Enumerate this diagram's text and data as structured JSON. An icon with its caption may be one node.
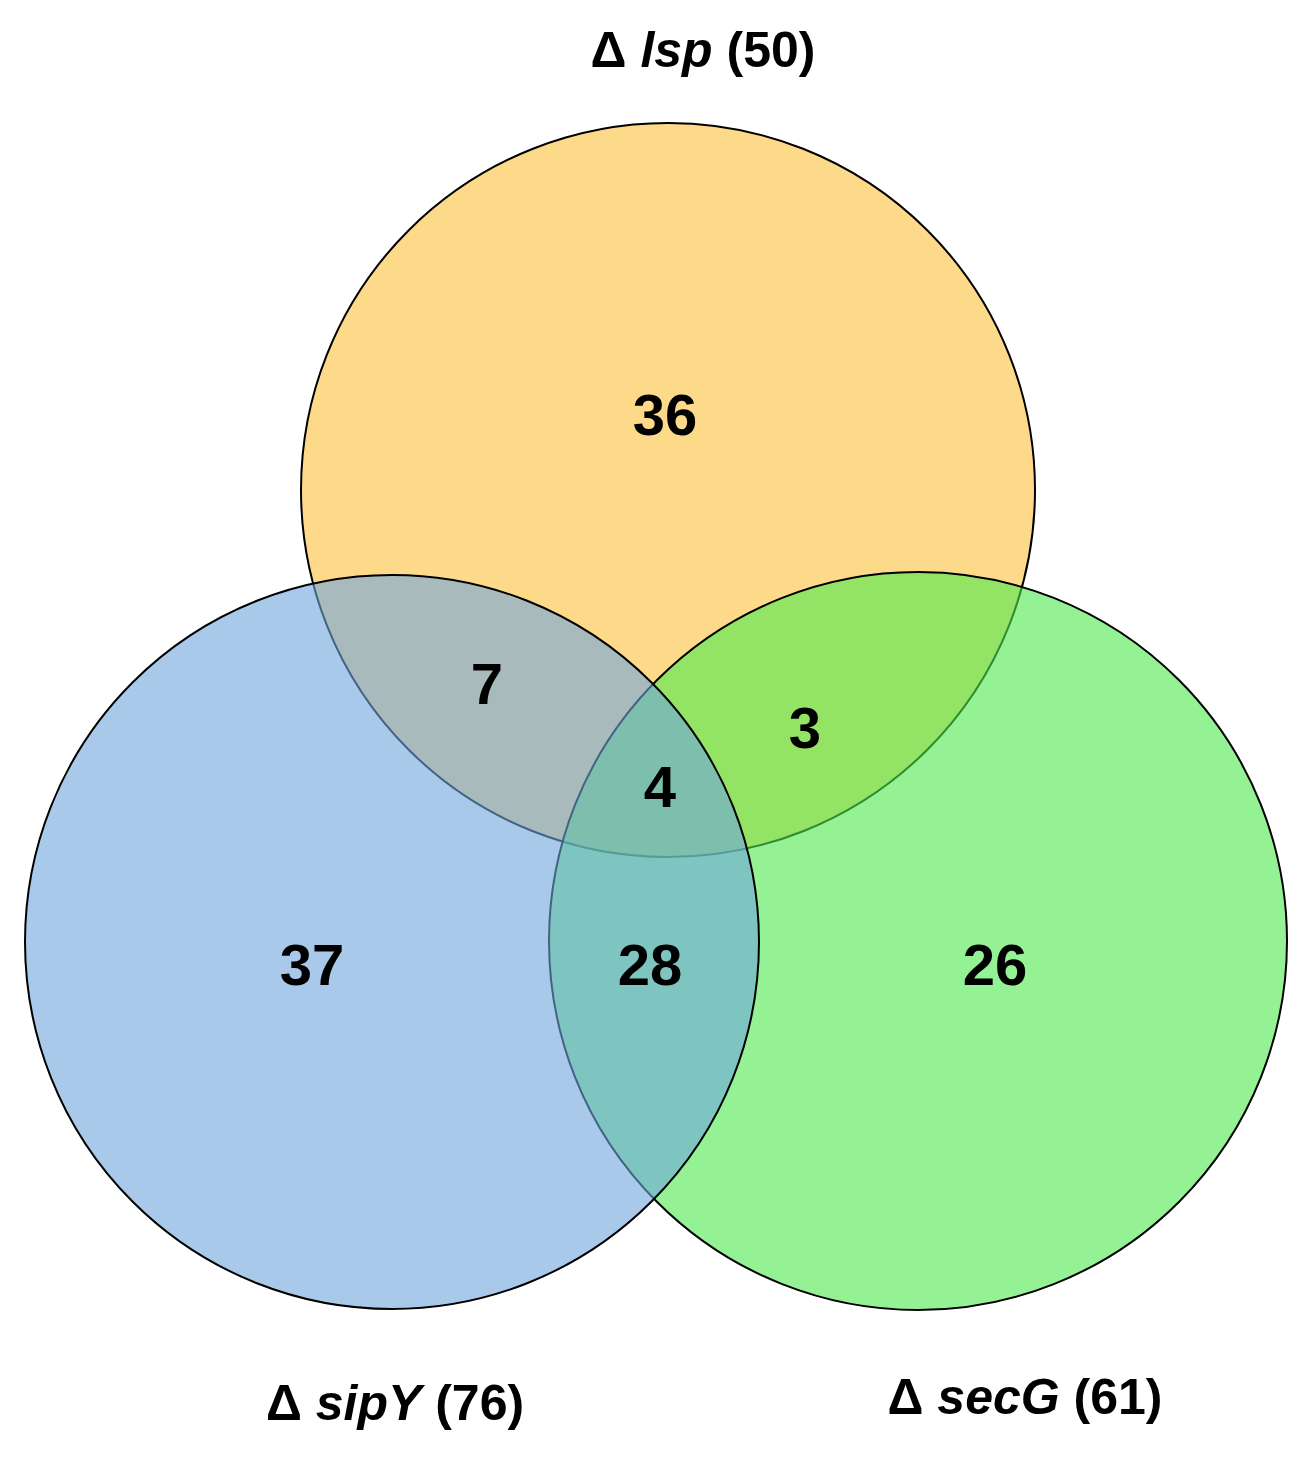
{
  "diagram": {
    "nodes": [
      {
        "text": [
          "Δ *lsp* (50)"
        ]
      },
      {
        "text": [
          "Δ *sipY* (76)"
        ]
      },
      {
        "text": [
          "Δ *secG* (61)"
        ]
      }
    ],
    "labels": [
      "36",
      "7",
      "3",
      "4",
      "37",
      "28",
      "26"
    ]
  }
}
